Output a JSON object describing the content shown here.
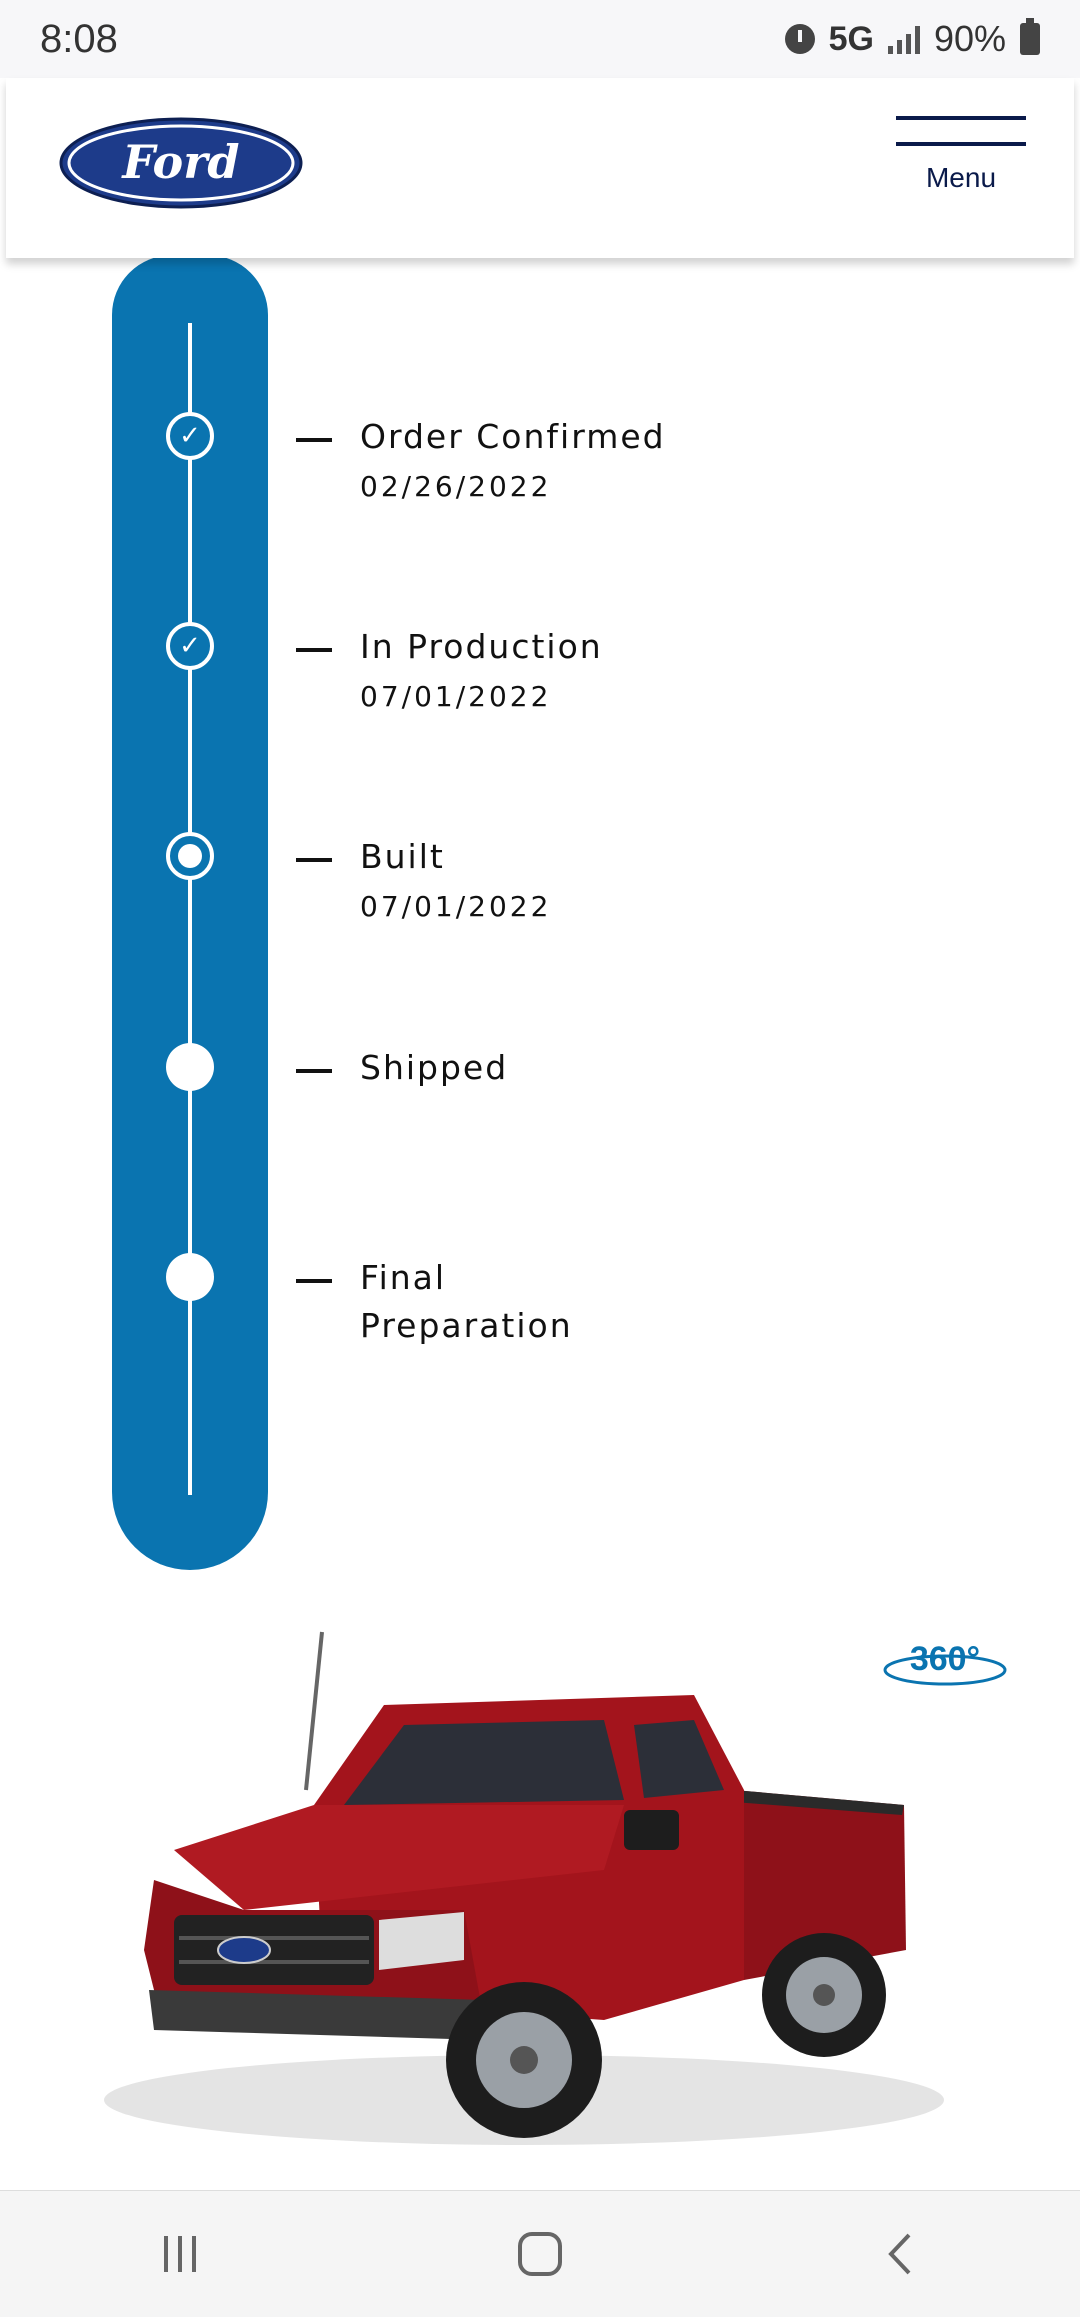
{
  "status_bar": {
    "time": "8:08",
    "network": "5G",
    "battery": "90%"
  },
  "header": {
    "logo_text": "Ford",
    "menu_label": "Menu"
  },
  "timeline": {
    "steps": [
      {
        "label": "Order Confirmed",
        "date": "02/26/2022",
        "state": "complete"
      },
      {
        "label": "In Production",
        "date": "07/01/2022",
        "state": "complete"
      },
      {
        "label": "Built",
        "date": "07/01/2022",
        "state": "current"
      },
      {
        "label": "Shipped",
        "date": "",
        "state": "pending"
      },
      {
        "label": "Final Preparation",
        "date": "",
        "state": "pending"
      }
    ]
  },
  "vehicle": {
    "badge": "360°"
  },
  "colors": {
    "timeline_blue": "#0a74b0",
    "ford_blue": "#1d3b8a",
    "truck_red": "#a3141c"
  }
}
